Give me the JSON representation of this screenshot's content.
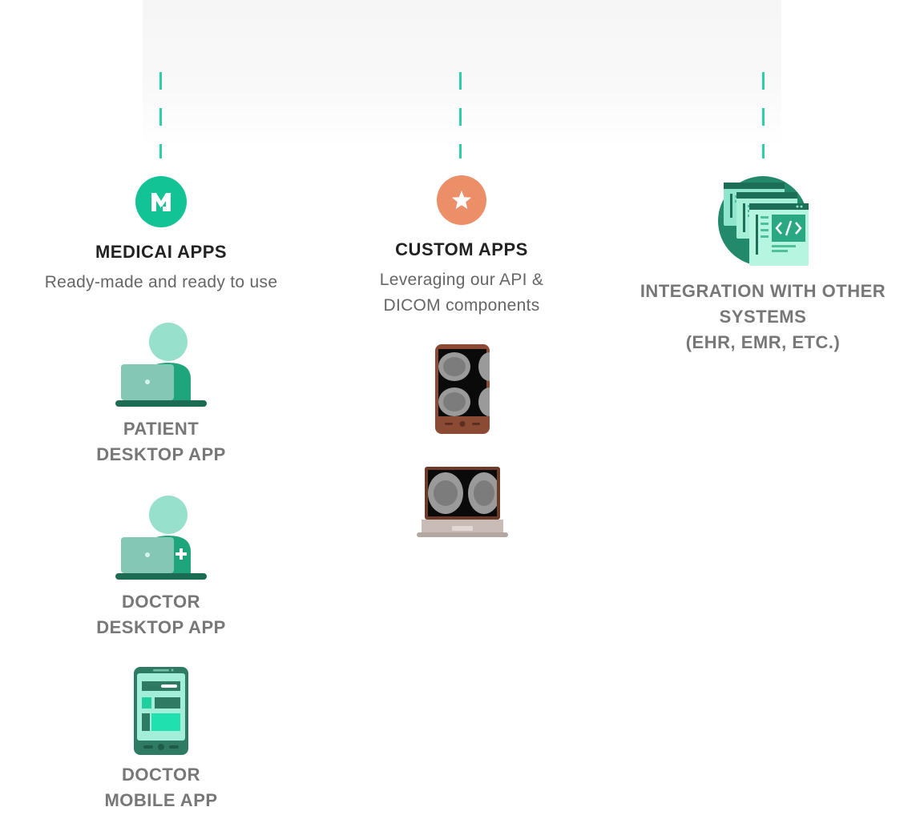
{
  "columns": {
    "medicai": {
      "title": "MEDICAI APPS",
      "subtitle": "Ready-made and ready to use",
      "logo_letter": "M",
      "badge_color": "#12c495",
      "apps": [
        {
          "line1": "PATIENT",
          "line2": "DESKTOP APP",
          "icon": "patient-laptop-icon"
        },
        {
          "line1": "DOCTOR",
          "line2": "DESKTOP APP",
          "icon": "doctor-laptop-icon"
        },
        {
          "line1": "DOCTOR",
          "line2": "MOBILE APP",
          "icon": "doctor-phone-icon"
        }
      ]
    },
    "custom": {
      "title": "CUSTOM APPS",
      "subtitle_line1": "Leveraging our API &",
      "subtitle_line2": "DICOM components",
      "badge_color": "#ec8f68",
      "badge_icon": "star-icon",
      "devices": [
        "phone-dicom-icon",
        "laptop-dicom-icon"
      ]
    },
    "integration": {
      "line1": "INTEGRATION WITH OTHER",
      "line2": "SYSTEMS",
      "line3": "(EHR, EMR, ETC.)",
      "icon": "code-windows-icon"
    }
  },
  "colors": {
    "connector": "#2dcfa7",
    "title": "#222222",
    "subtitle": "#666666",
    "label": "#777777"
  }
}
